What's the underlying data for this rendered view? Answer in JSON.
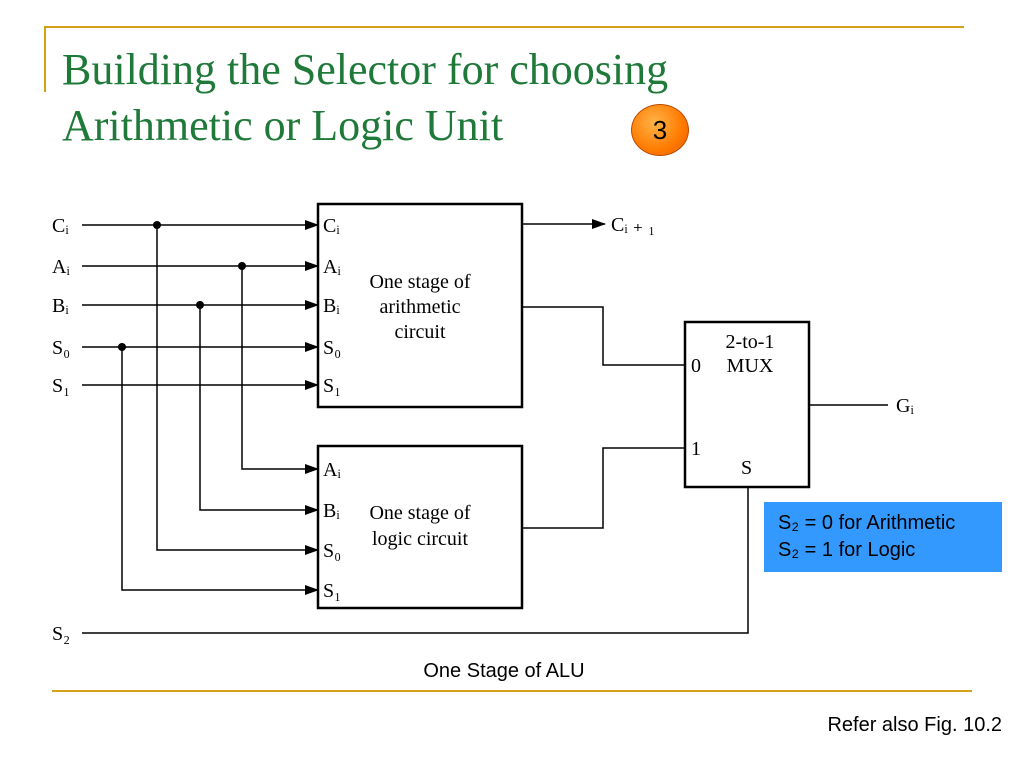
{
  "slide": {
    "title_line1": "Building the Selector for choosing",
    "title_line2": "Arithmetic or Logic Unit",
    "badge": "3",
    "caption": "One Stage of ALU",
    "refer": "Refer also Fig. 10.2",
    "note_line1": "S₂ = 0 for Arithmetic",
    "note_line2": "S₂ = 1 for Logic",
    "colors": {
      "title": "#1f7a3a",
      "decor_lines": "#d4a017",
      "badge": "#ff7a00",
      "note_box": "#3399ff"
    }
  },
  "diagram": {
    "inputs": {
      "ci": "Cᵢ",
      "ai": "Aᵢ",
      "bi": "Bᵢ",
      "s0": "S₀",
      "s1": "S₁",
      "s2": "S₂"
    },
    "arith_block": {
      "label_line1": "One stage of",
      "label_line2": "arithmetic",
      "label_line3": "circuit",
      "pins": [
        "Cᵢ",
        "Aᵢ",
        "Bᵢ",
        "S₀",
        "S₁"
      ]
    },
    "logic_block": {
      "label_line1": "One stage of",
      "label_line2": "logic circuit",
      "pins": [
        "Aᵢ",
        "Bᵢ",
        "S₀",
        "S₁"
      ]
    },
    "mux": {
      "label_line1": "2-to-1",
      "label_line2": "MUX",
      "pin0": "0",
      "pin1": "1",
      "pin_s": "S"
    },
    "outputs": {
      "carry": "Cᵢ ₊ ₁",
      "g": "Gᵢ"
    }
  }
}
